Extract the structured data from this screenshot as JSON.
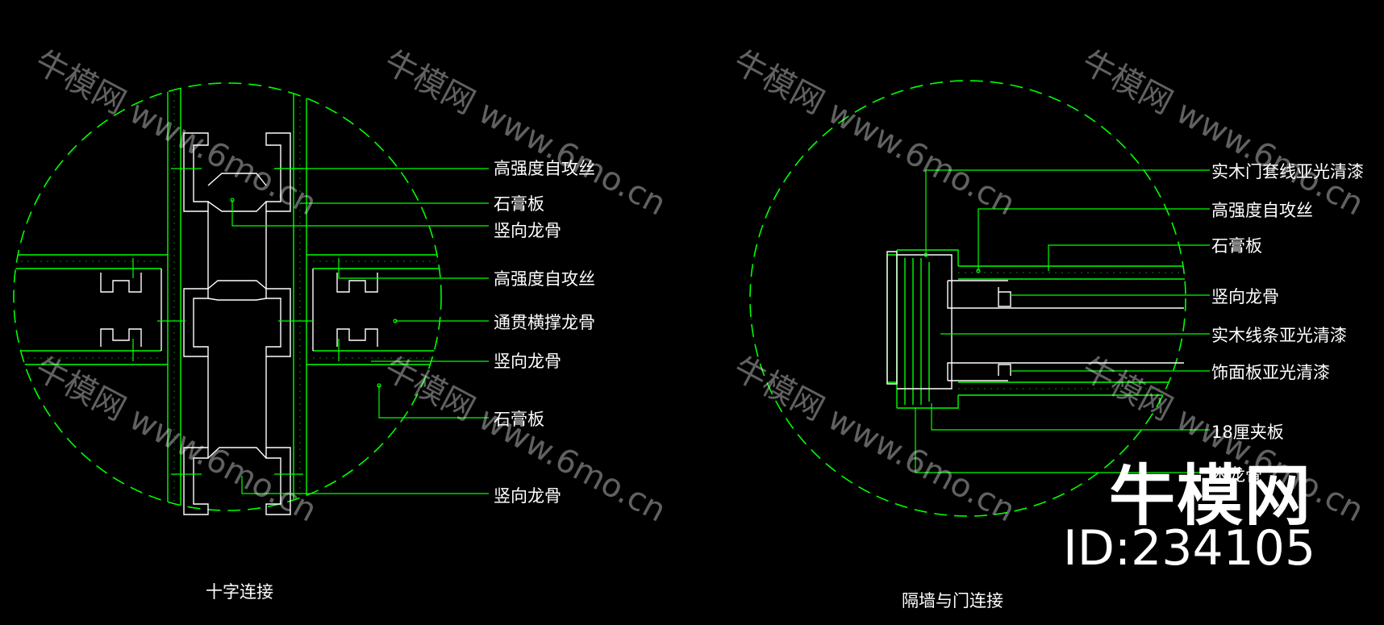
{
  "corner_text": "",
  "left_detail": {
    "caption": "十字连接",
    "labels": [
      "高强度自攻丝",
      "石膏板",
      "竖向龙骨",
      "高强度自攻丝",
      "通贯横撑龙骨",
      "竖向龙骨",
      "石膏板",
      "竖向龙骨"
    ]
  },
  "right_detail": {
    "caption": "隔墙与门连接",
    "labels": [
      "实木门套线亚光清漆",
      "高强度自攻丝",
      "石膏板",
      "竖向龙骨",
      "实木线条亚光清漆",
      "饰面板亚光清漆",
      "18厘夹板",
      "木龙骨"
    ]
  },
  "watermark": {
    "text": "牛模网 www.6mo.cn",
    "brand_name": "牛模网",
    "brand_id": "ID:234105"
  },
  "colors": {
    "background": "#000000",
    "linework": "#00ff00",
    "text": "#ffffff"
  }
}
